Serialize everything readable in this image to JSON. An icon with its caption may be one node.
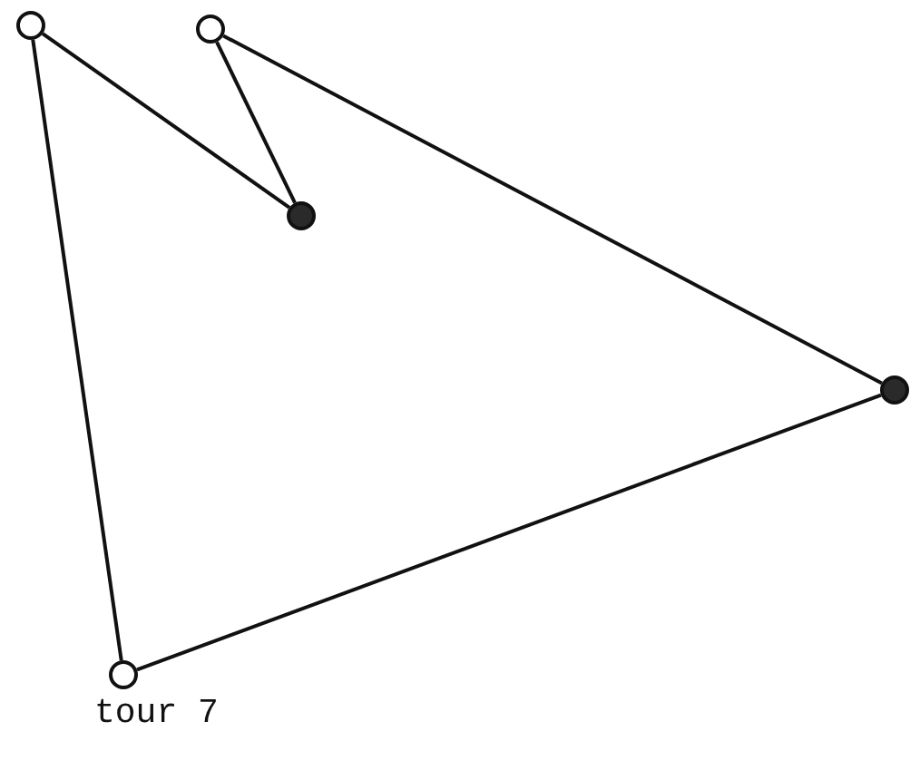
{
  "diagram": {
    "nodes": [
      {
        "text": [],
        "shape": "circle"
      },
      {
        "text": [],
        "shape": "circle"
      },
      {
        "text": [],
        "shape": "dot"
      },
      {
        "text": [],
        "shape": "dot"
      },
      {
        "text": [],
        "shape": "circle"
      }
    ],
    "edges": [
      {
        "from": 0,
        "to": 2,
        "arrow": "none"
      },
      {
        "from": 1,
        "to": 2,
        "arrow": "none"
      },
      {
        "from": 1,
        "to": 3,
        "arrow": "none"
      },
      {
        "from": 3,
        "to": 4,
        "arrow": "none"
      },
      {
        "from": 4,
        "to": 0,
        "arrow": "none"
      }
    ],
    "labels": [
      "tour 7"
    ]
  }
}
